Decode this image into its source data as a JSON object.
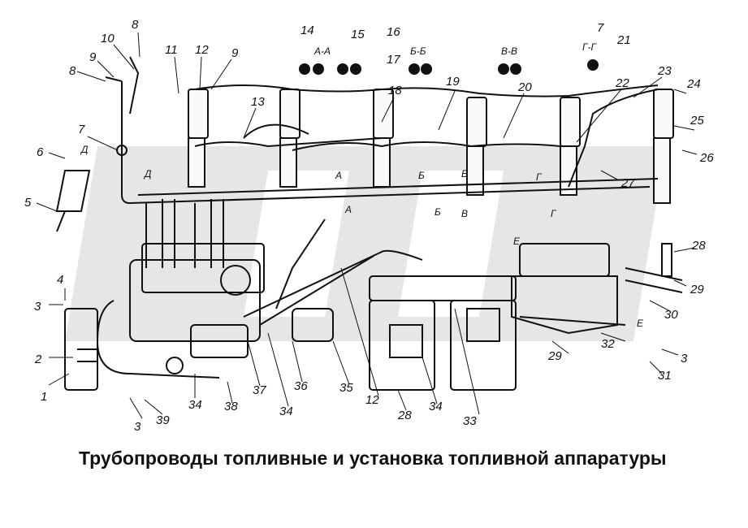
{
  "caption": "Трубопроводы топливные и установка топливной аппаратуры",
  "callouts": [
    "1",
    "2",
    "3",
    "3",
    "3",
    "4",
    "5",
    "6",
    "7",
    "7",
    "8",
    "8",
    "9",
    "9",
    "10",
    "11",
    "12",
    "12",
    "13",
    "14",
    "15",
    "16",
    "17",
    "18",
    "19",
    "20",
    "21",
    "22",
    "23",
    "24",
    "25",
    "26",
    "27",
    "28",
    "28",
    "29",
    "29",
    "30",
    "31",
    "32",
    "33",
    "34",
    "34",
    "34",
    "35",
    "36",
    "37",
    "38",
    "39"
  ],
  "section_labels": [
    "А-А",
    "Б-Б",
    "В-В",
    "Г-Г",
    "Д",
    "Д",
    "А",
    "А",
    "Б",
    "Б",
    "В",
    "В",
    "Г",
    "Г",
    "Е",
    "Е"
  ]
}
